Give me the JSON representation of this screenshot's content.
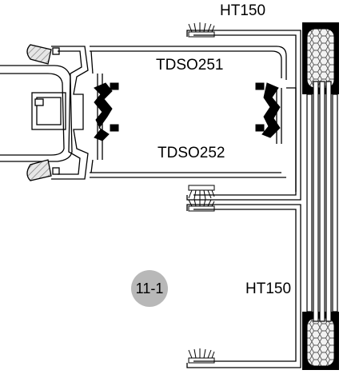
{
  "labels": {
    "top_profile": "HT150",
    "upper_frame": "TDSO251",
    "lower_frame": "TDSO252",
    "side_profile": "HT150"
  },
  "badge": {
    "text": "11-1",
    "color": "#b8b8b8"
  },
  "colors": {
    "line": "#000000",
    "hatch_fill": "#d9d9d9",
    "badge": "#b8b8b8"
  }
}
